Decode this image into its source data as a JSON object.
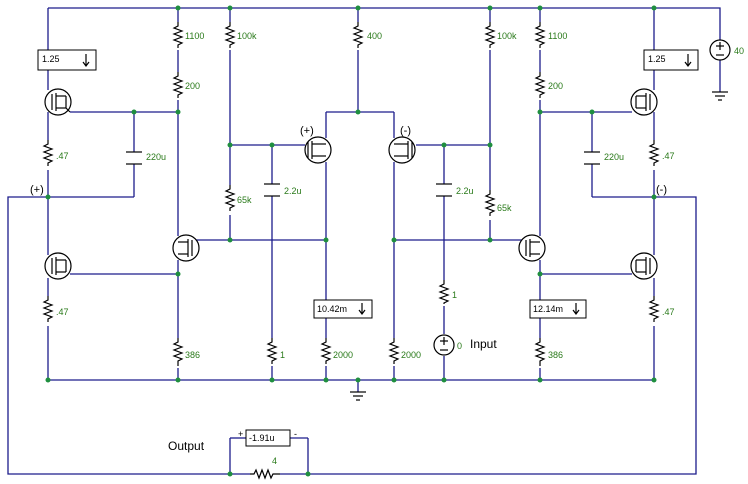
{
  "labels": {
    "input": "Input",
    "output": "Output",
    "plus_left": "(+)",
    "minus_right": "(-)",
    "plus_diff": "(+)",
    "minus_diff": "(-)"
  },
  "meters": {
    "m_left": "1.25",
    "m_right": "1.25",
    "m_mid_left": "10.42m",
    "m_mid_right": "12.14m",
    "m_out": "-1.91u"
  },
  "sources": {
    "supply": "40",
    "input": "0"
  },
  "values": {
    "r1100_l": "1100",
    "r200_l": "200",
    "r047_lt": ".47",
    "r047_lb": ".47",
    "c220_l": "220u",
    "r386_l": "386",
    "r100k_l": "100k",
    "r65k_l": "65k",
    "c22_l": "2.2u",
    "r1_l": "1",
    "r2000_l": "2000",
    "r400": "400",
    "r2000_r": "2000",
    "r100k_r": "100k",
    "c22_r": "2.2u",
    "r65k_r": "65k",
    "r1_r": "1",
    "r1100_r": "1100",
    "r200_r": "200",
    "c220_r": "220u",
    "r386_r": "386",
    "r047_rt": ".47",
    "r047_rb": ".47",
    "rload": "4"
  },
  "colors": {
    "wire": "#1c1c8c",
    "node": "#1f8f3f",
    "value_text": "#2a7a1a"
  }
}
